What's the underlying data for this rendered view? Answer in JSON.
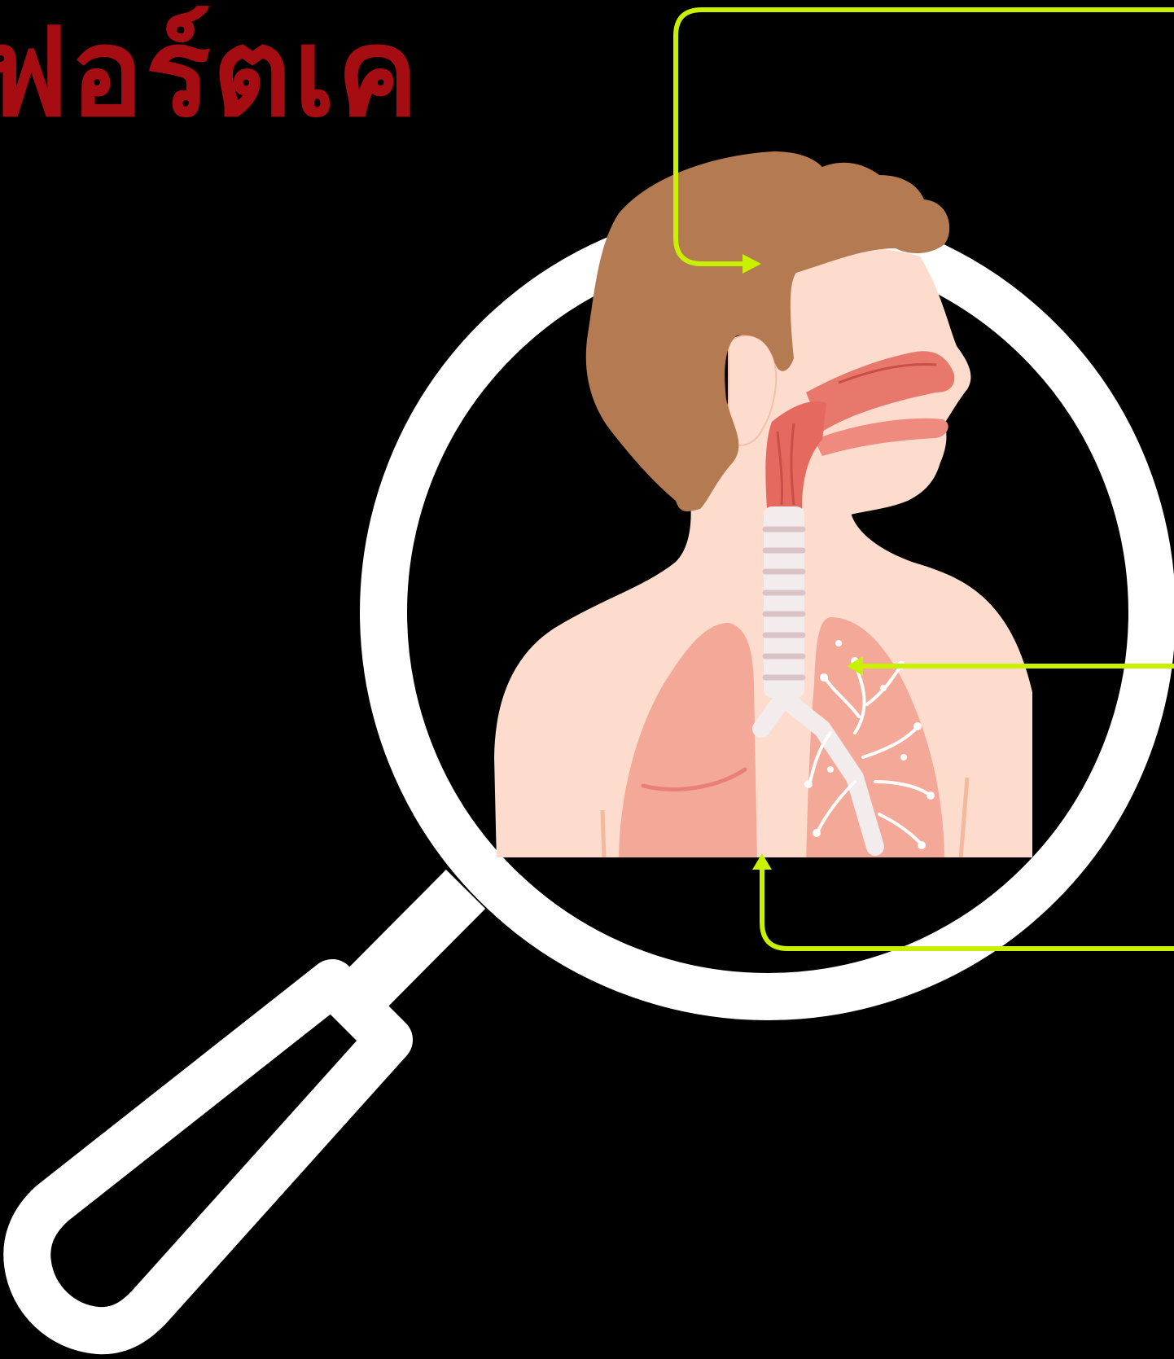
{
  "title": {
    "text": "ฟอร์ตเค",
    "color": "#a50d12"
  },
  "colors": {
    "background": "#000000",
    "magnifier": "#ffffff",
    "callout_lines": "#c8f000",
    "skin": "#fddccd",
    "hair": "#b47a52",
    "airway": "#e8786c",
    "lung": "#f4a898",
    "trachea": "#f2ecec"
  },
  "icons": {
    "magnifier": "magnifying-glass-icon",
    "body": "respiratory-system-illustration"
  },
  "callouts": [
    {
      "name": "callout-head",
      "target": "head"
    },
    {
      "name": "callout-lung",
      "target": "left-lung-bronchi"
    },
    {
      "name": "callout-chest",
      "target": "lower-chest"
    }
  ]
}
